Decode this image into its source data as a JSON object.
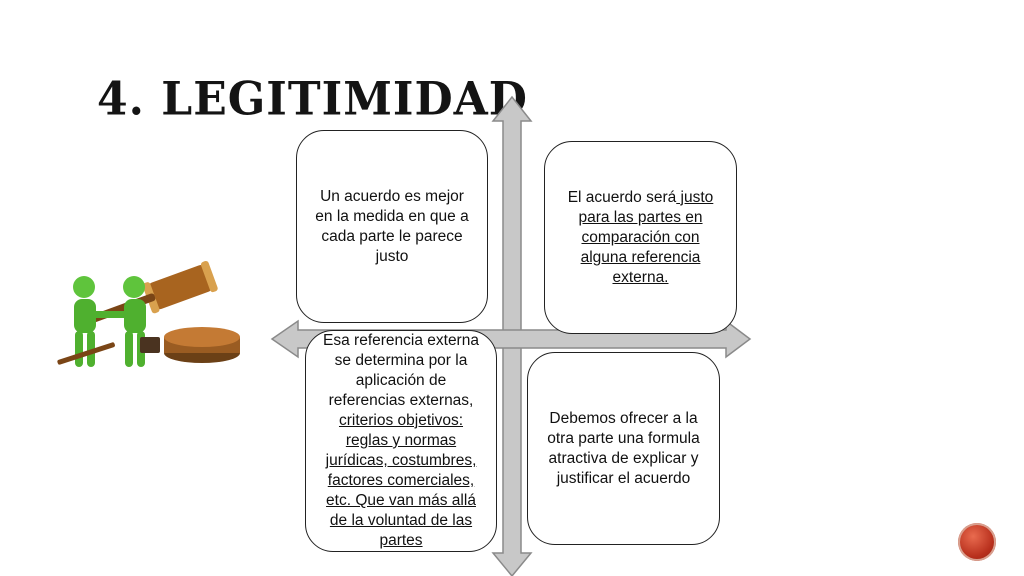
{
  "slide": {
    "title": "4. LEGITIMIDAD"
  },
  "boxes": {
    "top_left": "Un acuerdo es mejor en la medida en que a cada parte le parece justo",
    "top_right": {
      "part1": "El acuerdo será",
      "part2": " justo para las partes en comparación con",
      "part3": "alguna referencia externa."
    },
    "bottom_left": {
      "part1": "Esa referencia externa se determina por la aplicación de referencias externas,",
      "part2": "criterios objetivos: reglas y normas jurídicas, costumbres, factores comerciales, etc. Que van  más allá de la voluntad de las partes"
    },
    "bottom_right": "Debemos ofrecer a la otra parte una formula atractiva de explicar y justificar el acuerdo"
  },
  "colors": {
    "arrow_fill": "#c8c8c8",
    "arrow_stroke": "#8a8a8a",
    "nav_button": "#c0392b"
  },
  "icons": {
    "clipart": "handshake-gavel-illustration",
    "nav": "nav-button-icon"
  }
}
